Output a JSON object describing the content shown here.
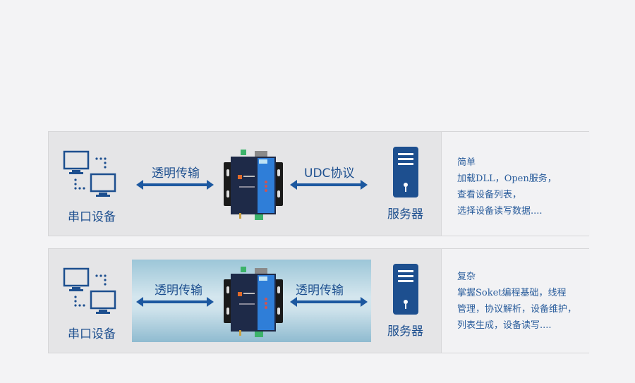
{
  "accent": "#1c58a0",
  "rows": [
    {
      "device_label": "串口设备",
      "left_arrow_label": "透明传输",
      "right_arrow_label": "UDC协议",
      "server_label": "服务器",
      "desc": [
        "简单",
        "加载DLL，Open服务，",
        "查看设备列表，",
        "选择设备读写数据...."
      ]
    },
    {
      "device_label": "串口设备",
      "left_arrow_label": "透明传输",
      "right_arrow_label": "透明传输",
      "server_label": "服务器",
      "desc": [
        "复杂",
        "掌握Soket编程基础，线程",
        "管理，协议解析，设备维护，",
        "列表生成，设备读写...."
      ]
    }
  ]
}
